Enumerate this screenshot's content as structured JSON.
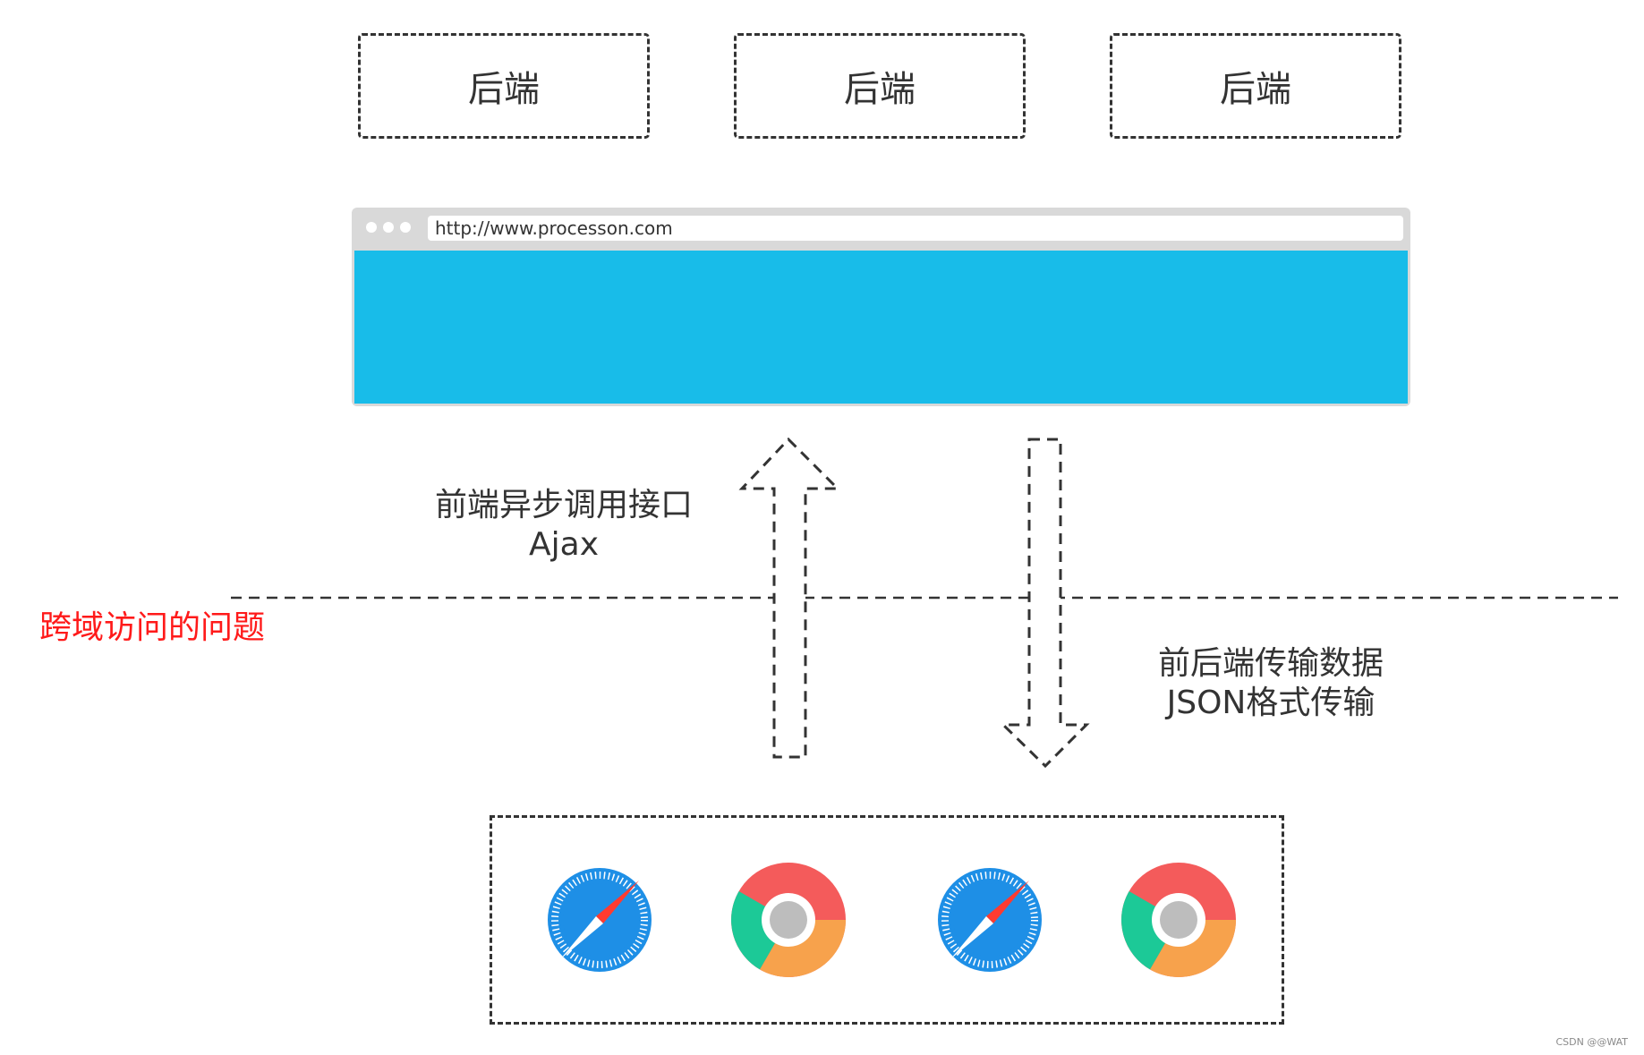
{
  "backends": [
    "后端",
    "后端",
    "后端"
  ],
  "browser": {
    "url": "http://www.processon.com",
    "content_color": "#18bce9"
  },
  "labels": {
    "ajax_line1": "前端异步调用接口",
    "ajax_line2": "Ajax",
    "cross_domain": "跨域访问的问题",
    "json_line1": "前后端传输数据",
    "json_line2": "JSON格式传输"
  },
  "clients": [
    {
      "icon": "safari-icon"
    },
    {
      "icon": "chrome-icon"
    },
    {
      "icon": "safari-icon"
    },
    {
      "icon": "chrome-icon"
    }
  ],
  "watermark": "CSDN @@WAT",
  "colors": {
    "accent": "#18bce9",
    "alert": "#ff1a1a",
    "stroke": "#333333"
  }
}
